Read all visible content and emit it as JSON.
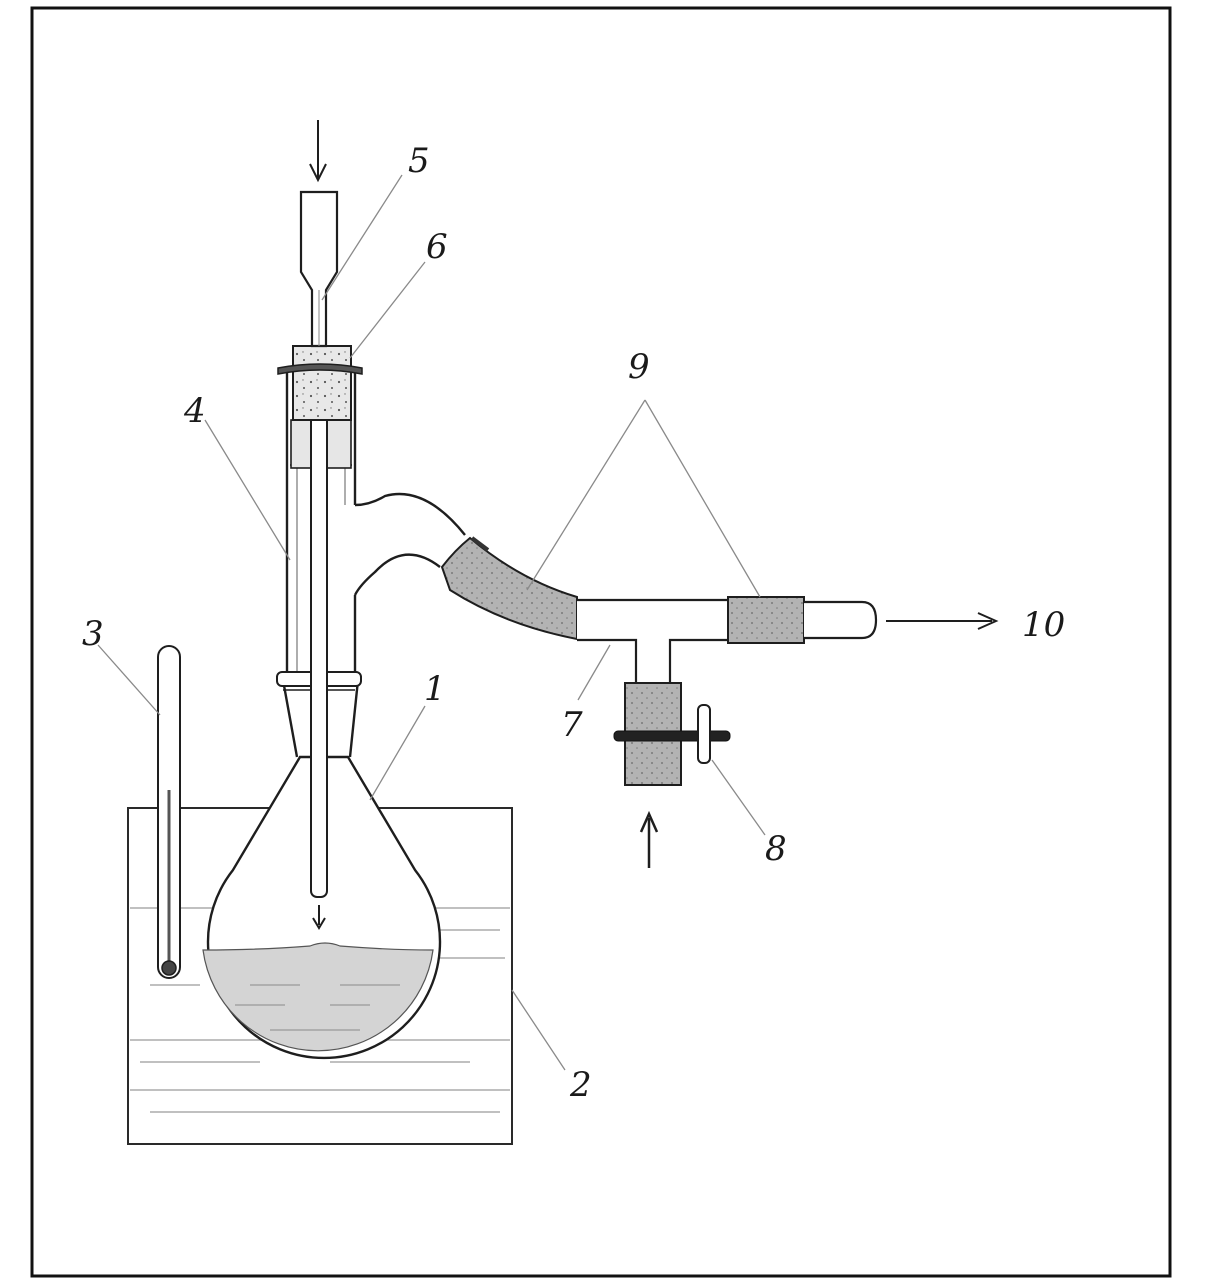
{
  "labels": {
    "flask": "1",
    "bath": "2",
    "thermometer": "3",
    "column": "4",
    "inlet_tube": "5",
    "stopper": "6",
    "tee": "7",
    "clamp": "8",
    "rubber_joints": "9",
    "outlet": "10"
  },
  "colors": {
    "line": "#1e1e1e",
    "frame": "#111111",
    "rubber_fill": "#a9a9a9",
    "rubber_dark": "#5c5c5c",
    "liquid": "#c8c8c8",
    "glass": "#ffffff",
    "leader": "#8a8a8a"
  }
}
